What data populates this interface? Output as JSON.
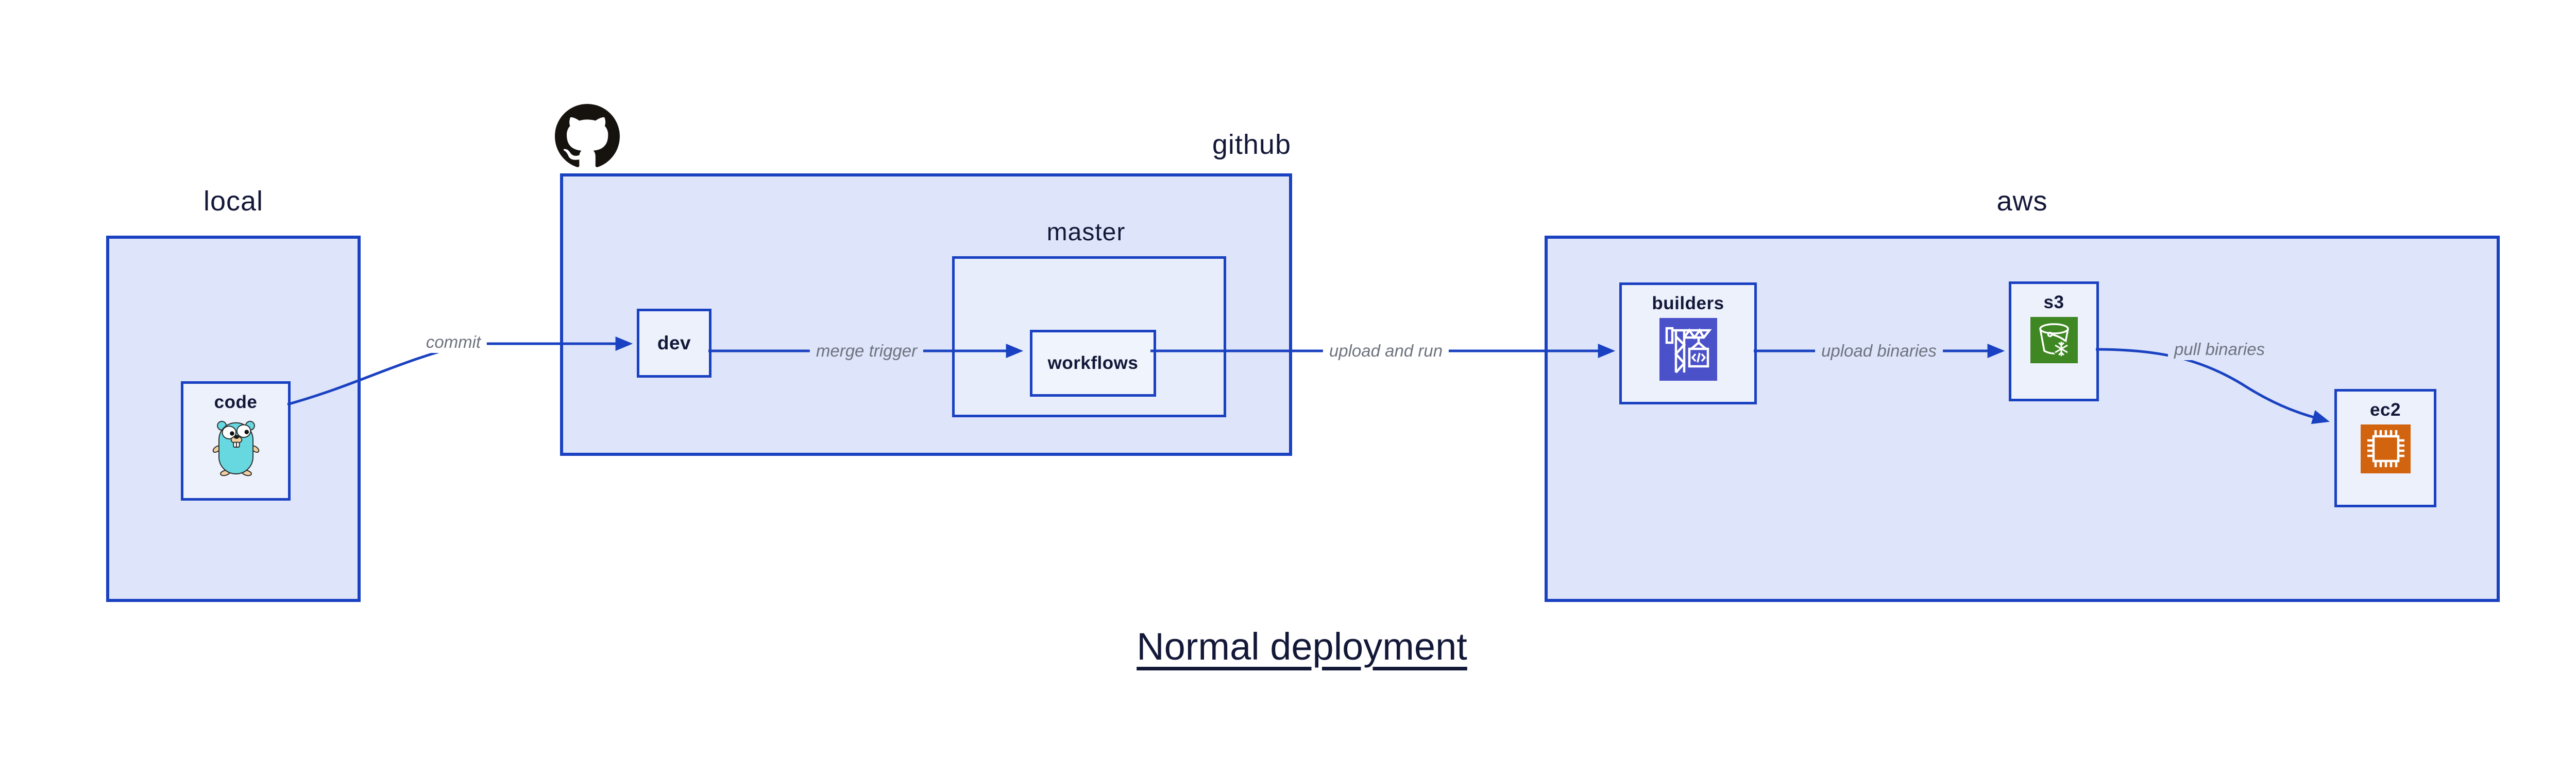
{
  "diagram": {
    "title": "Normal deployment",
    "containers": {
      "local": {
        "label": "local"
      },
      "github": {
        "label": "github",
        "icon": "github-octocat-icon"
      },
      "master": {
        "label": "master"
      },
      "aws": {
        "label": "aws"
      }
    },
    "nodes": {
      "code": {
        "label": "code",
        "icon": "go-gopher-icon"
      },
      "dev": {
        "label": "dev"
      },
      "workflows": {
        "label": "workflows"
      },
      "builders": {
        "label": "builders",
        "icon": "codebuild-crane-icon"
      },
      "s3": {
        "label": "s3",
        "icon": "s3-glacier-bucket-icon"
      },
      "ec2": {
        "label": "ec2",
        "icon": "ec2-chip-icon"
      }
    },
    "edges": {
      "commit": {
        "label": "commit",
        "from": "code",
        "to": "dev"
      },
      "merge_trigger": {
        "label": "merge trigger",
        "from": "dev",
        "to": "workflows"
      },
      "upload_and_run": {
        "label": "upload and run",
        "from": "workflows",
        "to": "builders"
      },
      "upload_binaries": {
        "label": "upload binaries",
        "from": "builders",
        "to": "s3"
      },
      "pull_binaries": {
        "label": "pull binaries",
        "from": "s3",
        "to": "ec2"
      }
    }
  },
  "colors": {
    "canvas_bg": "#ffffff",
    "accent_blue": "#1941c1",
    "container_fill": "#dee4f9",
    "subcontainer_fill": "#e8edfb",
    "node_fill": "#edf1fc",
    "label_gray": "#6d737e",
    "text_navy": "#131838",
    "github_black": "#16130f",
    "gopher_teal": "#67d7e0",
    "gopher_skin": "#f2cf9f",
    "codebuild_indigo": "#4a51c9",
    "s3_green": "#3e8722",
    "ec2_orange": "#d2640f"
  }
}
